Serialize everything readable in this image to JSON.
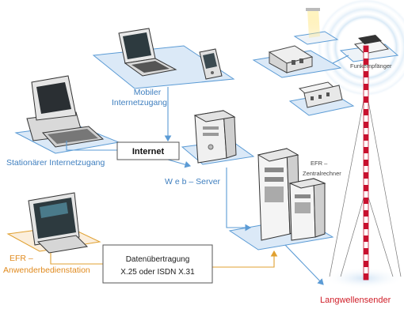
{
  "labels": {
    "mobile_line1": "Mobiler",
    "mobile_line2": "Internetzugang",
    "stationary": "Stationärer  Internetzugang",
    "internet": "Internet",
    "web_server": "W e b  –  Server",
    "efr_zr_line1": "EFR –",
    "efr_zr_line2": "Zentralrechner",
    "funkempfaenger": "Funkempfänger",
    "user_station_line1": "EFR  –",
    "user_station_line2": "Anwenderbedienstation",
    "data_line1": "Datenübertragung",
    "data_line2": "X.25 oder ISDN X.31",
    "transmitter": "Langwellensender"
  },
  "colors": {
    "connector_blue": "#5b9bd5",
    "connector_orange": "#e0a030",
    "label_blue": "#3f7fbf",
    "label_orange": "#e08a1e",
    "label_red": "#d0202a",
    "mast_red": "#c8102e",
    "platform_fill": "#dbe9f7"
  }
}
